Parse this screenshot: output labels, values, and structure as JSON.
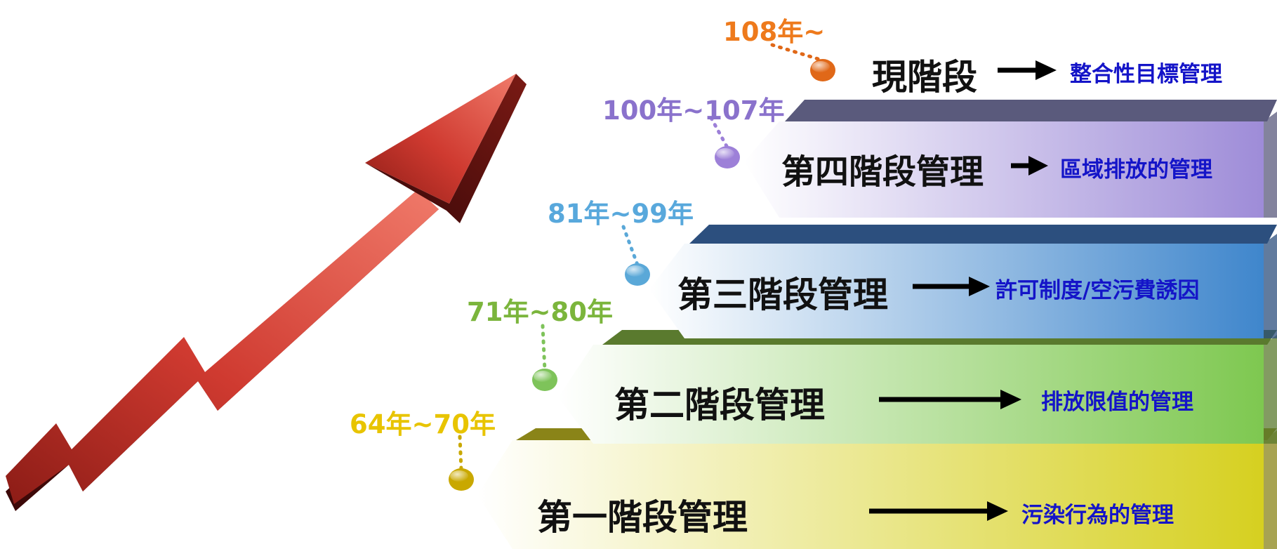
{
  "colors": {
    "arrow": "#d8453a",
    "desc_text": "#1414c8",
    "arrow_line": "#000000"
  },
  "stages": [
    {
      "period": "64年~70年",
      "name": "第一階段管理",
      "description": "污染行為的管理",
      "period_color": "#e8c400",
      "dot_color": "#c9a800",
      "top_color": "#8a8418",
      "band_color": "#d6d020"
    },
    {
      "period": "71年~80年",
      "name": "第二階段管理",
      "description": "排放限值的管理",
      "period_color": "#7bb53c",
      "dot_color": "#7ec35a",
      "top_color": "#5a7a2e",
      "band_color": "#7ec850"
    },
    {
      "period": "81年~99年",
      "name": "第三階段管理",
      "description": "許可制度/空污費誘因",
      "period_color": "#58a8dc",
      "dot_color": "#5aa8d8",
      "top_color": "#2c4f7e",
      "band_color": "#3f86cc"
    },
    {
      "period": "100年~107年",
      "name": "第四階段管理",
      "description": "區域排放的管理",
      "period_color": "#8a72cc",
      "dot_color": "#9d80d8",
      "top_color": "#5a5a7c",
      "band_color": "#9e8cd8"
    },
    {
      "period": "108年~",
      "name": "現階段",
      "description": "整合性目標管理",
      "period_color": "#ee7a1c",
      "dot_color": "#e06818"
    }
  ]
}
